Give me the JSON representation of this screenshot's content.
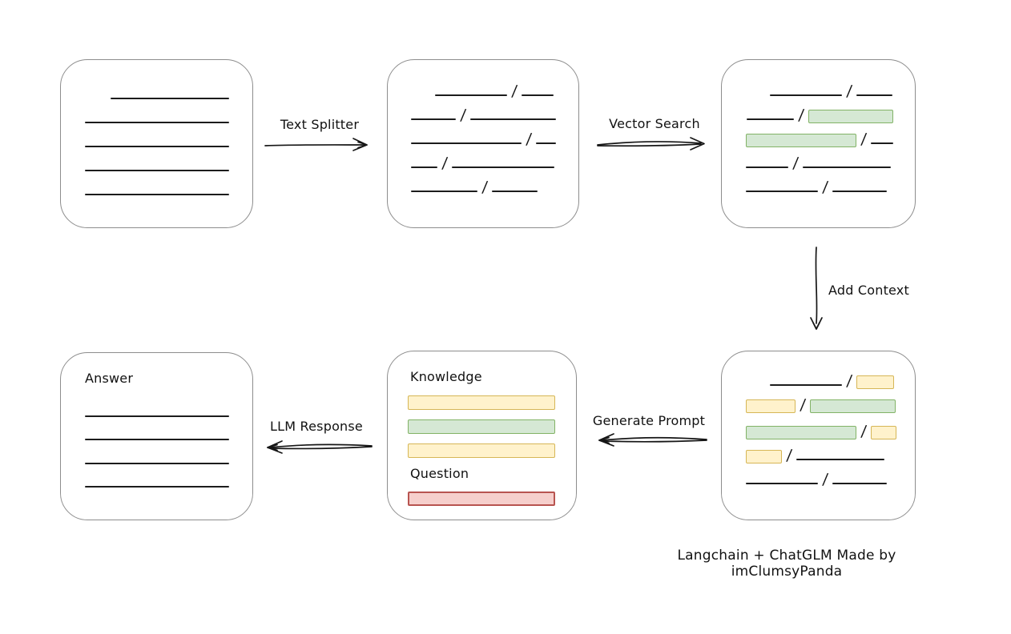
{
  "slash": "/",
  "arrows": {
    "text_splitter": "Text Splitter",
    "vector_search": "Vector Search",
    "add_context": "Add Context",
    "generate_prompt": "Generate Prompt",
    "llm_response": "LLM Response"
  },
  "prompt_box": {
    "knowledge_label": "Knowledge",
    "question_label": "Question"
  },
  "answer_box": {
    "label": "Answer"
  },
  "footer": "Langchain + ChatGLM Made by imClumsyPanda",
  "colors": {
    "box_border": "#8d8d8d",
    "ink": "#1b1b1b",
    "green_fill": "#d5e8d4",
    "green_border": "#82b366",
    "yellow_fill": "#fff2cc",
    "yellow_border": "#d6b656",
    "red_fill": "#f6cfcc",
    "red_border": "#b85450"
  }
}
